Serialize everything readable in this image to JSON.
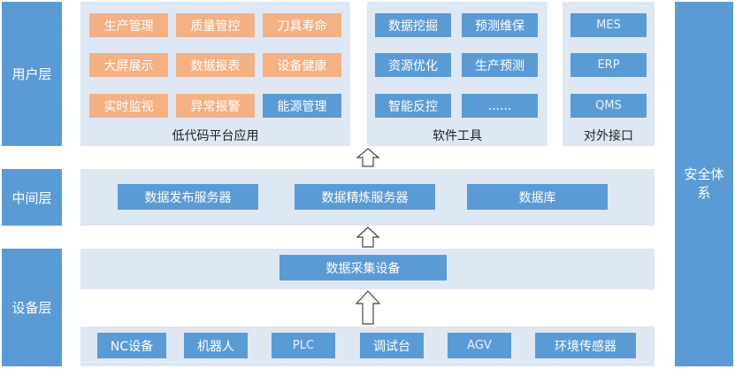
{
  "layers": {
    "user": "用户层",
    "middle": "中间层",
    "device": "设备层"
  },
  "security": {
    "line1": "安全体",
    "line2": "系"
  },
  "user_layer": {
    "lowcode": {
      "caption": "低代码平台应用",
      "items": [
        "生产管理",
        "质量管控",
        "刀具寿命",
        "大屏展示",
        "数据报表",
        "设备健康",
        "实时监视",
        "异常报警",
        "能源管理"
      ]
    },
    "software": {
      "caption": "软件工具",
      "items": [
        "数据挖掘",
        "预测维保",
        "资源优化",
        "生产预测",
        "智能反控",
        "......"
      ]
    },
    "interfaces": {
      "caption": "对外接口",
      "items": [
        "MES",
        "ERP",
        "QMS"
      ]
    }
  },
  "middle_layer": {
    "items": [
      "数据发布服务器",
      "数据精炼服务器",
      "数据库"
    ]
  },
  "device_layer": {
    "collector": "数据采集设备",
    "items": [
      "NC设备",
      "机器人",
      "PLC",
      "调试台",
      "AGV",
      "环境传感器"
    ]
  },
  "colors": {
    "blue": "#5b9bd5",
    "orange": "#f4b183",
    "panel": "#dde8f4"
  }
}
